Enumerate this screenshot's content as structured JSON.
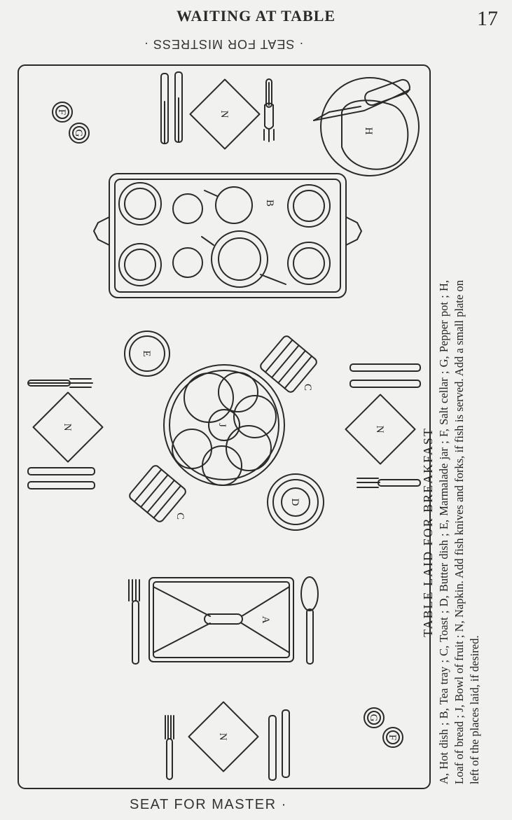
{
  "header": {
    "title": "WAITING AT TABLE",
    "page_number": "17"
  },
  "seats": {
    "top": "· SEAT FOR MISTRESS ·",
    "bottom": "SEAT  FOR MASTER ·"
  },
  "labels": {
    "hot_dish": "A",
    "tea_tray": "B",
    "toast": "C",
    "butter_dish": "D",
    "marmalade_jar": "E",
    "salt_cellar": "F",
    "pepper_pot": "G",
    "loaf_of_bread": "H",
    "bowl_of_fruit": "J",
    "napkin": "N"
  },
  "caption": {
    "title": "TABLE  LAID  FOR  BREAKFAST",
    "body": "A, Hot dish ; B, Tea tray ; C, Toast ; D, Butter dish ; E, Marmalade jar ; F, Salt cellar ; G, Pepper pot ; H, Loaf of bread ; J, Bowl of fruit ; N, Napkin.   Add fish knives and forks, if fish is served.   Add a small plate on left of the places laid, if desired."
  },
  "colors": {
    "paper": "#f1f1ef",
    "ink": "#2a2a2a"
  }
}
